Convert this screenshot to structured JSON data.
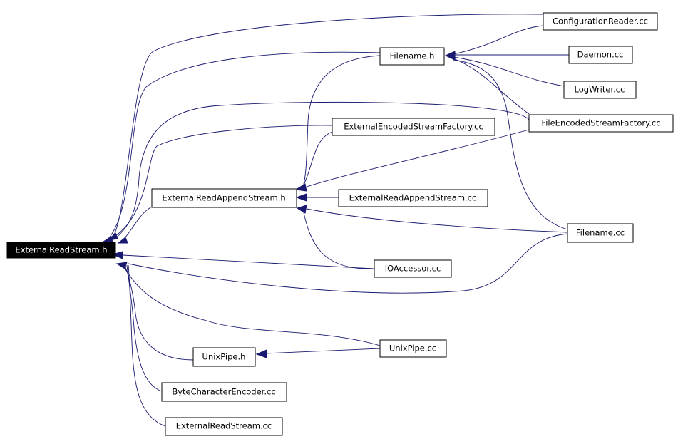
{
  "diagram": {
    "type": "include-dependency-graph",
    "colors": {
      "edge": "#191970",
      "root_fill": "#000000",
      "root_text": "#ffffff",
      "node_fill": "#ffffff"
    },
    "nodes": {
      "external_read_stream_h": "ExternalReadStream.h",
      "configuration_reader_cc": "ConfigurationReader.cc",
      "filename_h": "Filename.h",
      "daemon_cc": "Daemon.cc",
      "log_writer_cc": "LogWriter.cc",
      "external_encoded_stream_factory_cc": "ExternalEncodedStreamFactory.cc",
      "file_encoded_stream_factory_cc": "FileEncodedStreamFactory.cc",
      "external_read_append_stream_h": "ExternalReadAppendStream.h",
      "external_read_append_stream_cc": "ExternalReadAppendStream.cc",
      "filename_cc": "Filename.cc",
      "io_accessor_cc": "IOAccessor.cc",
      "unix_pipe_cc": "UnixPipe.cc",
      "unix_pipe_h": "UnixPipe.h",
      "byte_character_encoder_cc": "ByteCharacterEncoder.cc",
      "external_read_stream_cc": "ExternalReadStream.cc"
    }
  }
}
